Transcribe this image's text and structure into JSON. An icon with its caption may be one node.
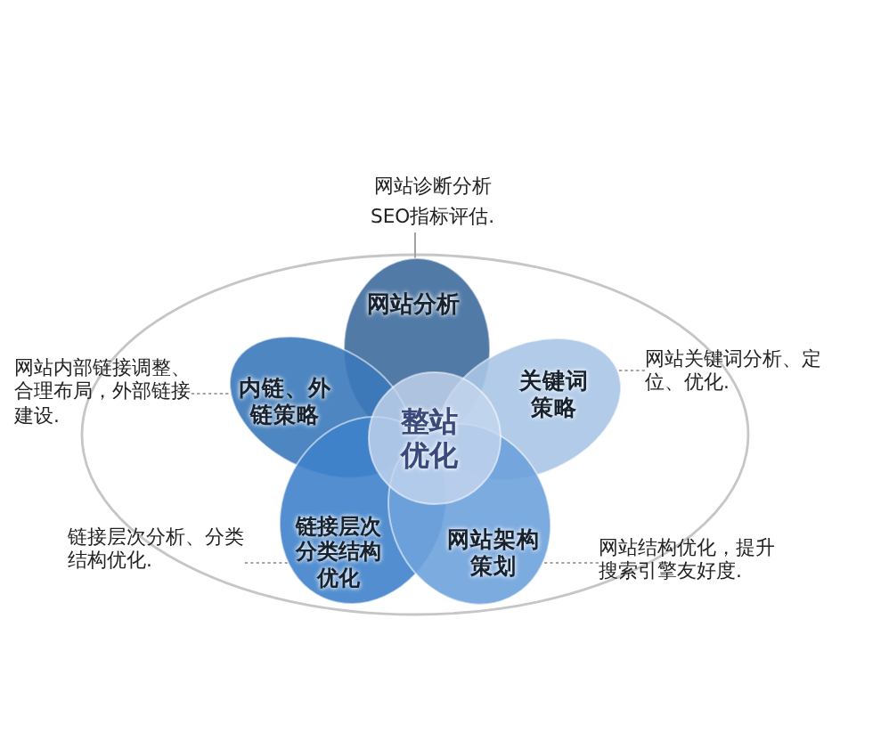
{
  "diagram": {
    "nodes": [
      {
        "text": [
          "网站诊断分析SEO指标评估."
        ]
      },
      {
        "text": [
          "网站分析"
        ]
      },
      {
        "text": [
          "网站内部链接调整、合理布局，外部链接建设."
        ]
      },
      {
        "text": [
          "内链、外链策略"
        ]
      },
      {
        "text": [
          "整站优化"
        ]
      },
      {
        "text": [
          "关键词策略"
        ]
      },
      {
        "text": [
          "网站关键词分析、定位、优化."
        ]
      },
      {
        "text": [
          "链接层次分析、分类结构优化."
        ]
      },
      {
        "text": [
          "链接层次分类结构优化"
        ]
      },
      {
        "text": [
          "网站架构策划"
        ]
      },
      {
        "text": [
          "网站结构优化，提升搜索引擎友好度."
        ]
      }
    ],
    "edges": [
      {
        "from": 0,
        "to": 1,
        "arrow": "none"
      },
      {
        "from": 2,
        "to": 3,
        "arrow": "none",
        "style": "dashed"
      },
      {
        "from": 6,
        "to": 5,
        "arrow": "none",
        "style": "dashed"
      },
      {
        "from": 7,
        "to": 8,
        "arrow": "none",
        "style": "dashed"
      },
      {
        "from": 10,
        "to": 9,
        "arrow": "none",
        "style": "dashed"
      }
    ]
  }
}
